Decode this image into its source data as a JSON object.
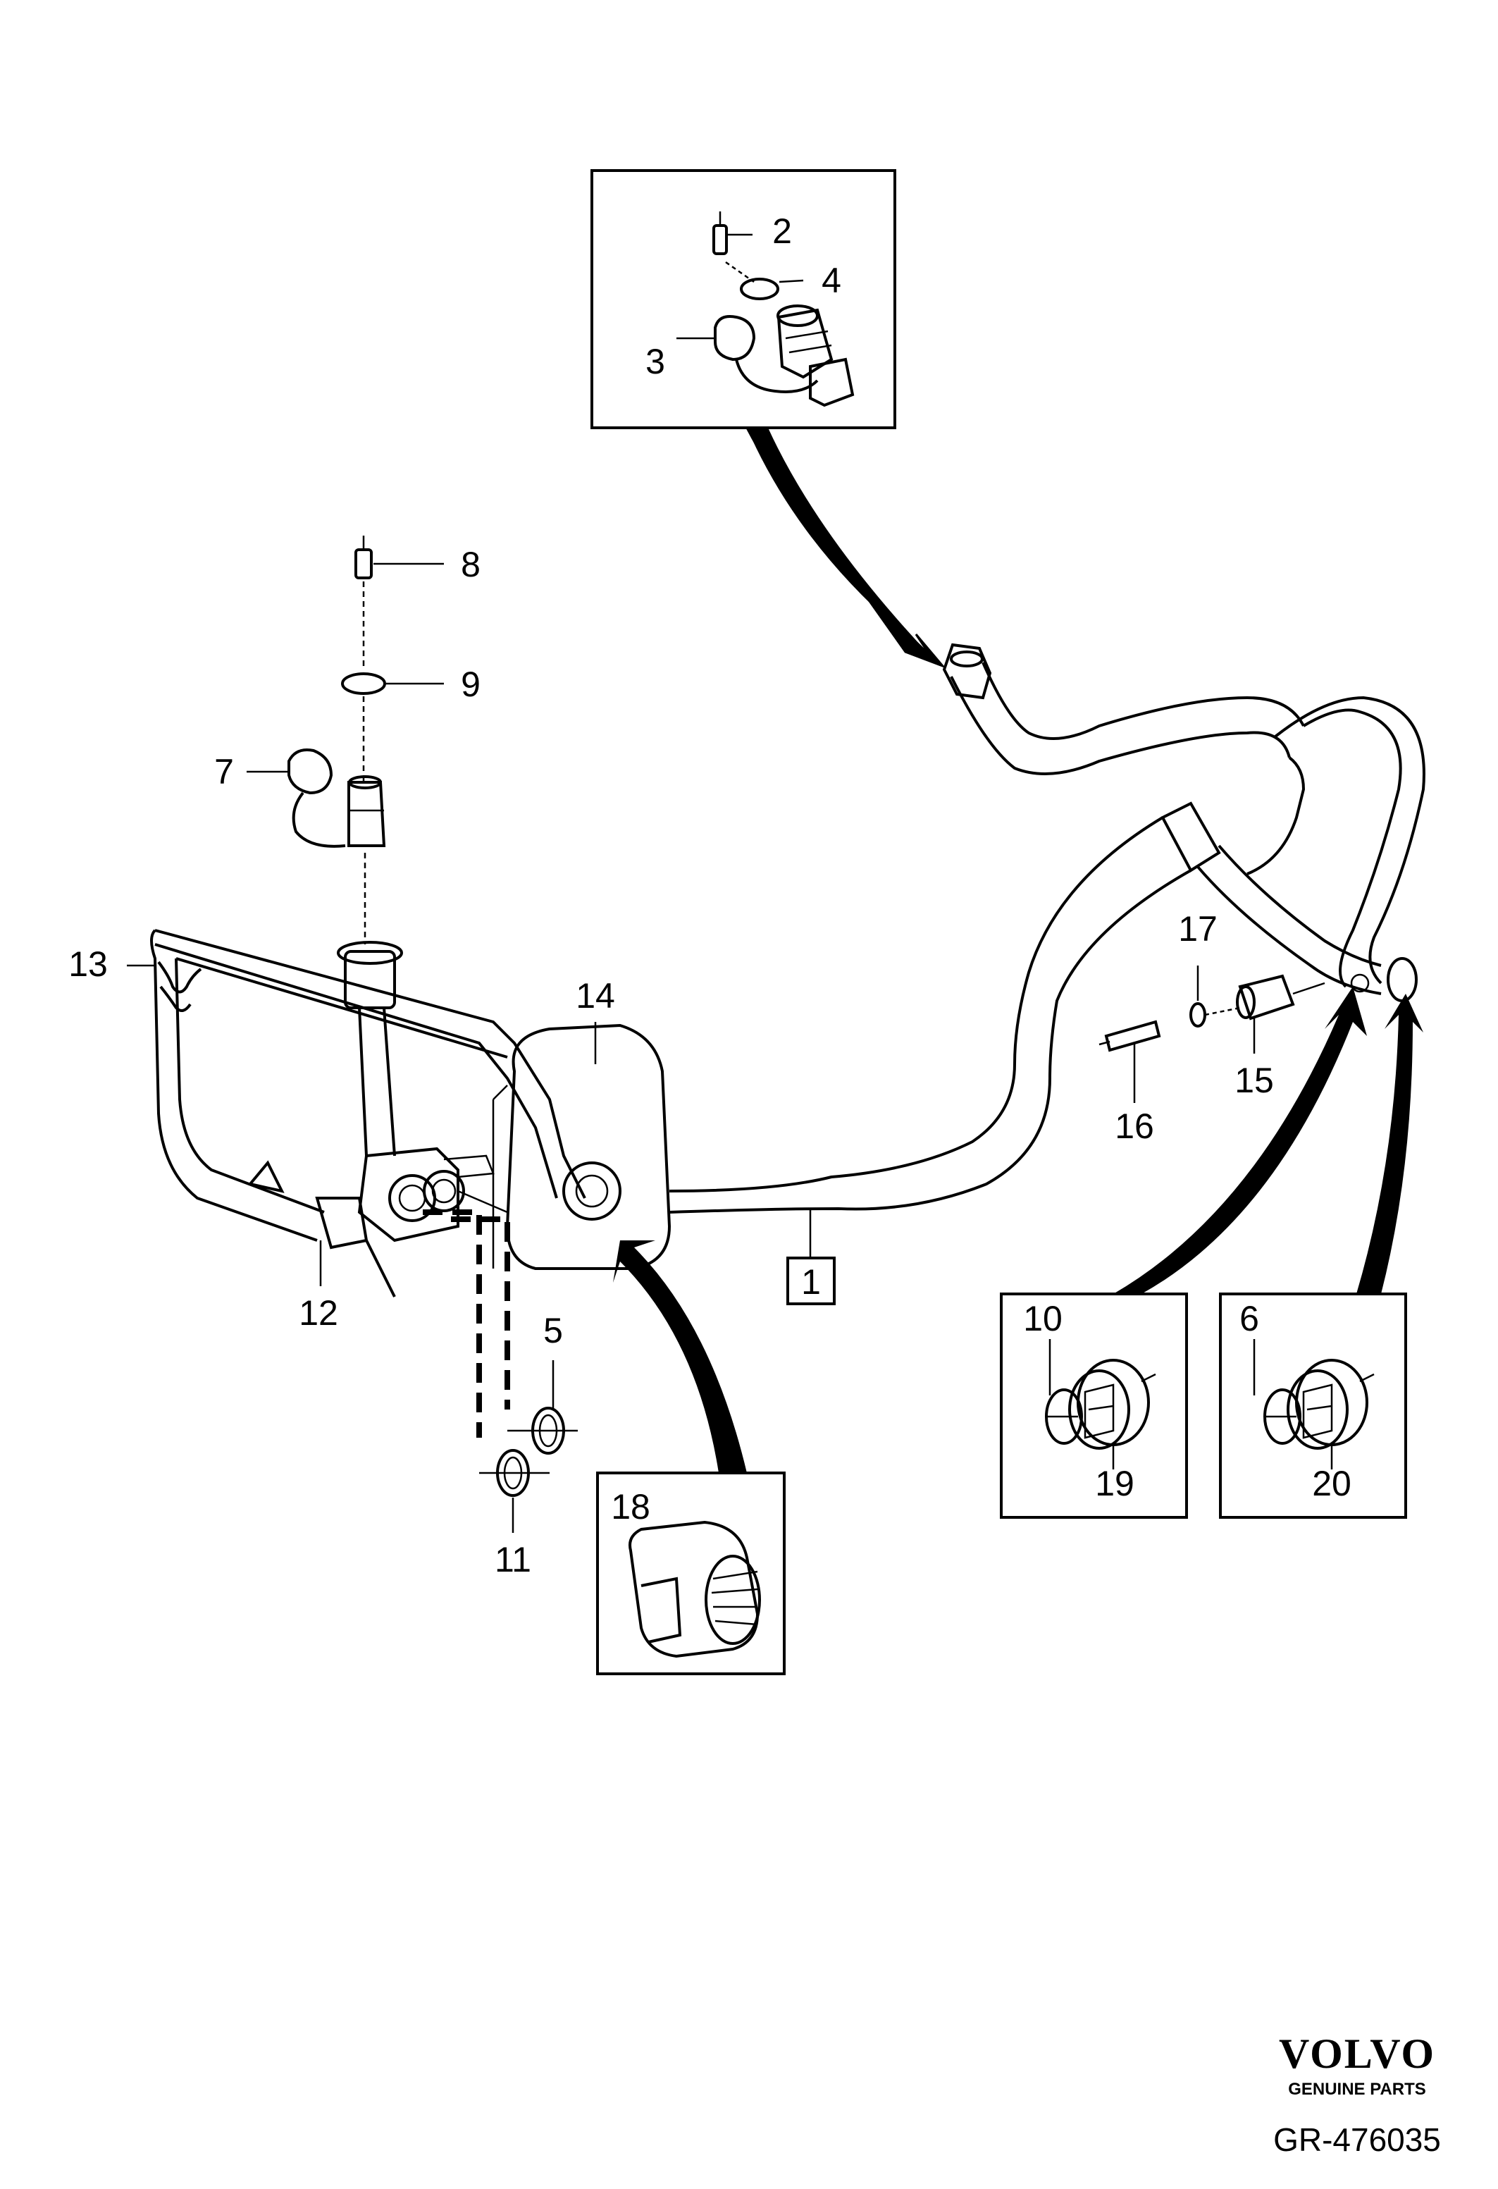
{
  "callouts": {
    "c1": "1",
    "c2": "2",
    "c3": "3",
    "c4": "4",
    "c5": "5",
    "c6": "6",
    "c7": "7",
    "c8": "8",
    "c9": "9",
    "c10": "10",
    "c11": "11",
    "c12": "12",
    "c13": "13",
    "c14": "14",
    "c15": "15",
    "c16": "16",
    "c17": "17",
    "c18": "18",
    "c19": "19",
    "c20": "20"
  },
  "brand": {
    "name": "VOLVO",
    "tagline": "GENUINE PARTS"
  },
  "diagram_code": "GR-476035",
  "colors": {
    "line": "#000000",
    "background": "#ffffff"
  }
}
